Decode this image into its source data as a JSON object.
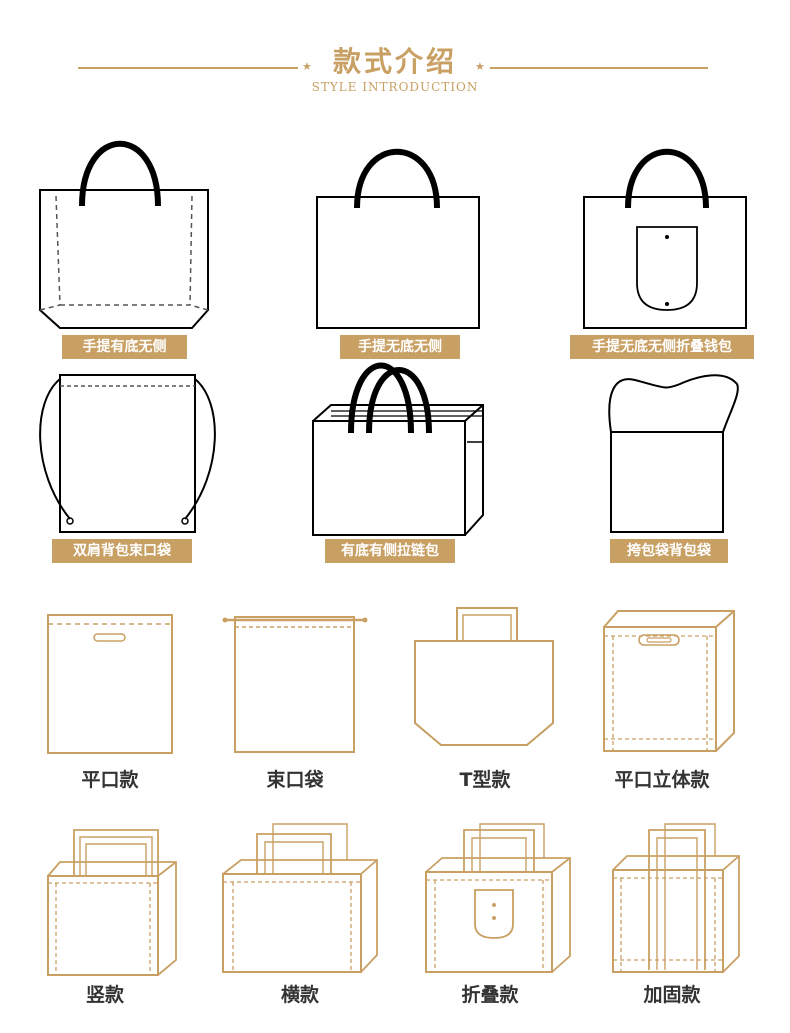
{
  "header": {
    "title": "款式介绍",
    "subtitle": "STYLE INTRODUCTION",
    "accent_color": "#c9a063"
  },
  "styles_top": [
    {
      "label": "手提有底无侧",
      "icon": "handbag-bottom-no-side-icon"
    },
    {
      "label": "手提无底无侧",
      "icon": "handbag-flat-icon"
    },
    {
      "label": "手提无底无侧折叠钱包",
      "icon": "handbag-fold-pouch-icon"
    },
    {
      "label": "双肩背包束口袋",
      "icon": "drawstring-backpack-icon"
    },
    {
      "label": "有底有侧拉链包",
      "icon": "zipper-bag-icon"
    },
    {
      "label": "挎包袋背包袋",
      "icon": "crossbody-bag-icon"
    }
  ],
  "styles_bottom": [
    {
      "label": "平口款",
      "icon": "flat-bag-icon"
    },
    {
      "label": "束口袋",
      "icon": "drawstring-bag-icon"
    },
    {
      "label": "T型款",
      "icon": "t-shape-bag-icon"
    },
    {
      "label": "平口立体款",
      "icon": "flat-3d-bag-icon"
    },
    {
      "label": "竖款",
      "icon": "vertical-bag-icon"
    },
    {
      "label": "横款",
      "icon": "horizontal-bag-icon"
    },
    {
      "label": "折叠款",
      "icon": "folding-bag-icon"
    },
    {
      "label": "加固款",
      "icon": "reinforced-bag-icon"
    }
  ]
}
